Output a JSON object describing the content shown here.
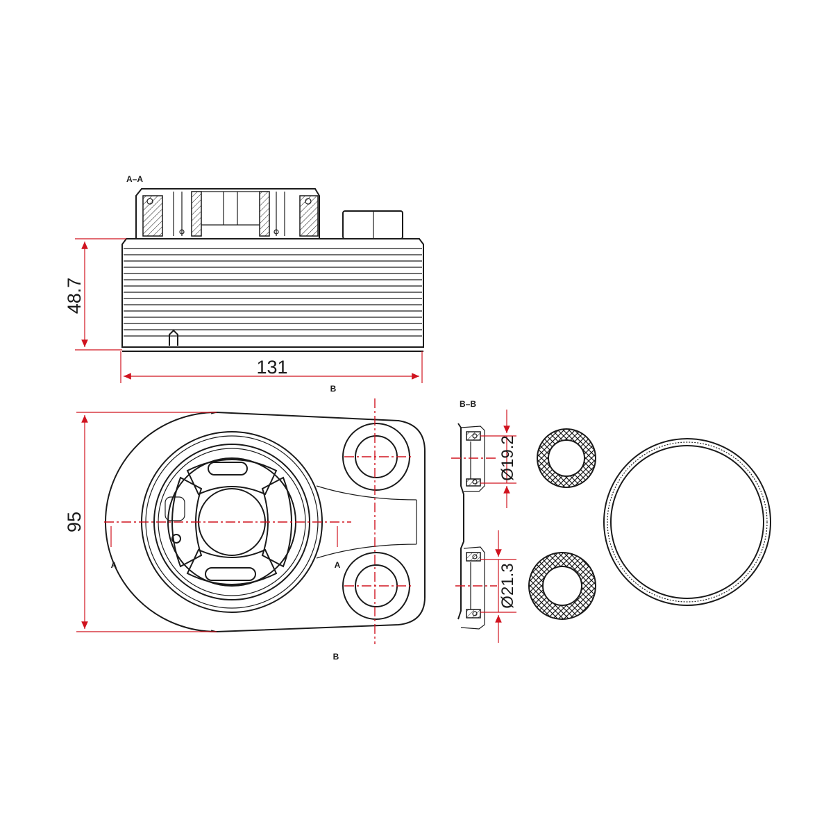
{
  "section_labels": {
    "aa": "A–A",
    "bb": "B–B",
    "b_top": "B",
    "b_bottom": "B",
    "a_left": "A",
    "a_right": "A"
  },
  "dimensions": {
    "height": "48.7",
    "width": "131",
    "depth": "95",
    "port_diameter_1": "Ø19.2",
    "port_diameter_2": "Ø21.3"
  },
  "colors": {
    "outline": "#1a1a1a",
    "dimension": "#d0131f"
  }
}
